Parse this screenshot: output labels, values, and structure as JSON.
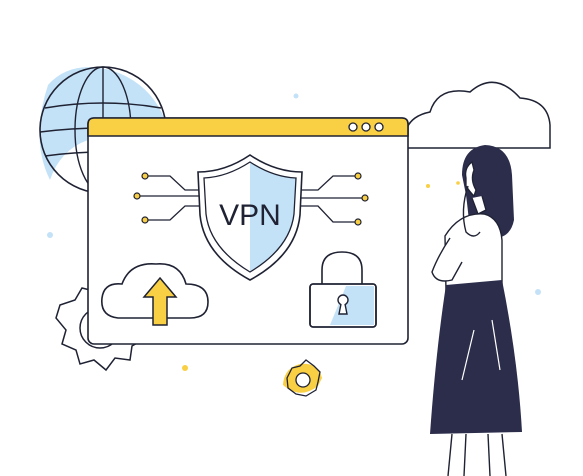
{
  "shield": {
    "label": "VPN"
  },
  "colors": {
    "ink": "#1f2233",
    "yellow": "#f9cf43",
    "light_blue": "#c4e2f7",
    "navy": "#2b2d4b",
    "white": "#ffffff"
  },
  "icons": [
    "globe-icon",
    "browser-window",
    "shield-icon",
    "upload-cloud-icon",
    "padlock-icon",
    "gear-icon",
    "cloud-icon",
    "woman-figure"
  ]
}
